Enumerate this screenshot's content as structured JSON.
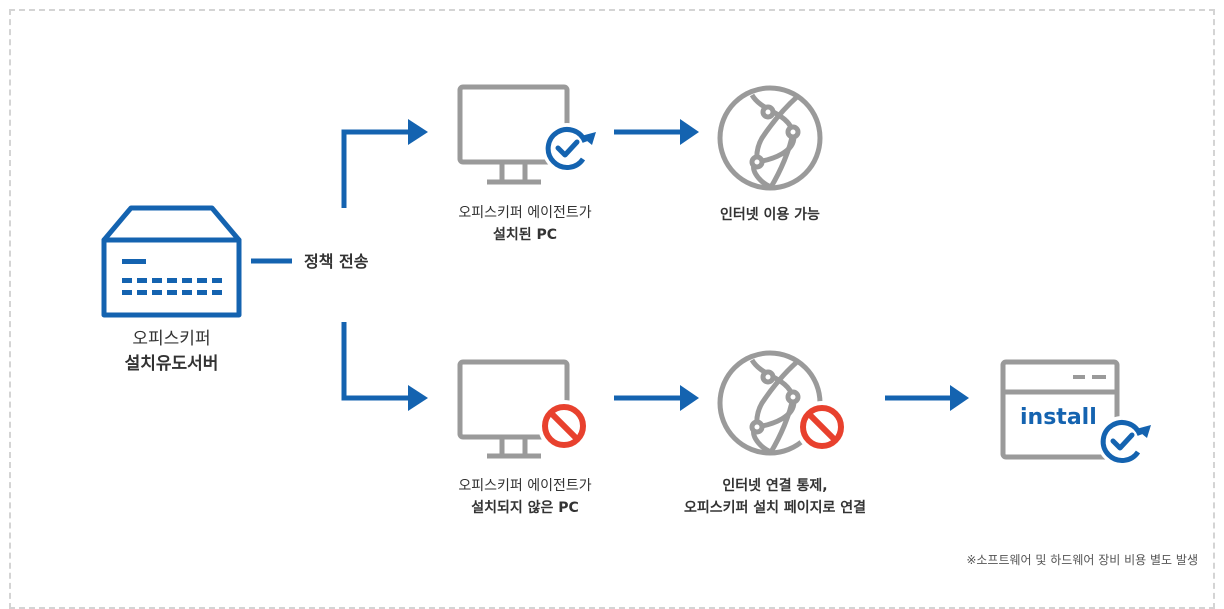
{
  "server": {
    "line1": "오피스키퍼",
    "line2": "설치유도서버"
  },
  "policy_label": "정책 전송",
  "top_row": {
    "pc_line1": "오피스키퍼 에이전트가",
    "pc_line2": "설치된 PC",
    "internet_label": "인터넷 이용 가능"
  },
  "bottom_row": {
    "pc_line1": "오피스키퍼 에이전트가",
    "pc_line2": "설치되지 않은 PC",
    "internet_line1": "인터넷 연결 통제,",
    "internet_line2": "오피스키퍼 설치 페이지로 연결",
    "install_word": "install"
  },
  "footnote": "※소프트웨어 및 하드웨어 장비 비용 별도 발생",
  "colors": {
    "blue": "#1463b0",
    "gray": "#9a9a9a",
    "red": "#e8412e",
    "text": "#333333"
  }
}
